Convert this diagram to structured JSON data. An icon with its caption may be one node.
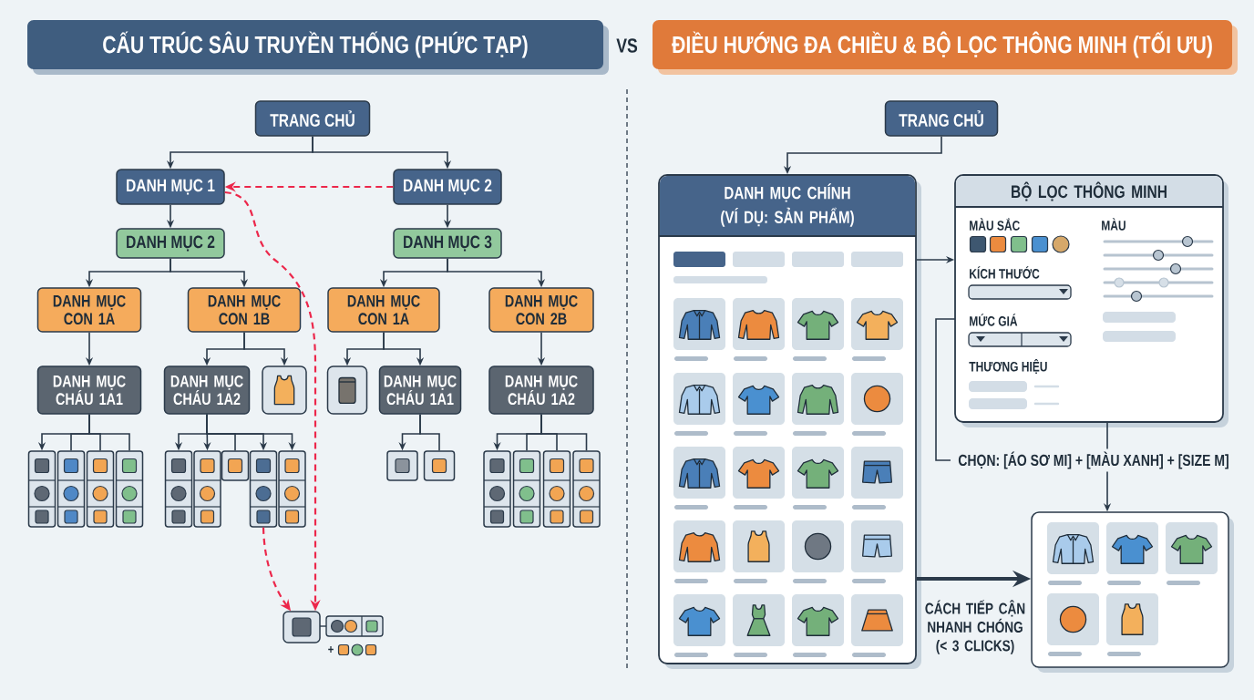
{
  "diagram": {
    "nodes": [
      {
        "text": [
          "CẤU TRÚC SÂU TRUYỀN THỐNG (PHỨC TẠP)"
        ]
      },
      {
        "text": [
          "ĐIỀU HƯỚNG ĐA CHIỀU & BỘ LỌC THÔNG MINH (TỐI ƯU)"
        ]
      },
      {
        "text": [
          "TRANG CHỦ"
        ]
      },
      {
        "text": [
          "DANH MỤC 1"
        ]
      },
      {
        "text": [
          "DANH MỤC 2"
        ]
      },
      {
        "text": [
          "DANH MỤC 2"
        ]
      },
      {
        "text": [
          "DANH MỤC 3"
        ]
      },
      {
        "text": [
          "DANH MỤC CON 1A"
        ]
      },
      {
        "text": [
          "DANH MỤC CON 1B"
        ]
      },
      {
        "text": [
          "DANH MỤC CON 1A"
        ]
      },
      {
        "text": [
          "DANH MỤC CON 2B"
        ]
      },
      {
        "text": [
          "DANH MỤC CHÁU 1A1"
        ]
      },
      {
        "text": [
          "DANH MỤC CHÁU 1A2"
        ]
      },
      {
        "text": [],
        "shape": "picture"
      },
      {
        "text": [],
        "shape": "picture"
      },
      {
        "text": [
          "DANH MỤC CHÁU 1A1"
        ]
      },
      {
        "text": [
          "DANH MỤC CHÁU 1A2"
        ]
      },
      {
        "text": [],
        "shape": "box"
      },
      {
        "text": [],
        "shape": "box"
      },
      {
        "text": [],
        "shape": "box"
      },
      {
        "text": [],
        "shape": "box"
      },
      {
        "text": [],
        "shape": "box"
      },
      {
        "text": [],
        "shape": "box"
      },
      {
        "text": [],
        "shape": "box"
      },
      {
        "text": [],
        "shape": "box"
      },
      {
        "text": [],
        "shape": "box"
      },
      {
        "text": [],
        "shape": "box"
      },
      {
        "text": [],
        "shape": "box"
      },
      {
        "text": [],
        "shape": "box"
      },
      {
        "text": [],
        "shape": "box"
      },
      {
        "text": [],
        "shape": "box"
      },
      {
        "text": [],
        "shape": "box"
      },
      {
        "text": [],
        "shape": "box"
      },
      {
        "text": [
          "TRANG CHỦ"
        ]
      },
      {
        "text": [
          "DANH MỤC CHÍNH (VÍ DỤ: SẢN PHẨM)"
        ]
      },
      {
        "text": [
          "BỘ LỌC THÔNG MINH",
          "MÀU SẮC",
          "MÀU",
          "KÍCH THƯỚC",
          "MỨC GIÁ",
          "THƯƠNG HIỆU"
        ]
      },
      {
        "text": [],
        "shape": "box"
      }
    ],
    "edges": [
      {
        "from": 2,
        "to": 3,
        "arrow": "to"
      },
      {
        "from": 2,
        "to": 4,
        "arrow": "to"
      },
      {
        "from": 3,
        "to": 5,
        "arrow": "to"
      },
      {
        "from": 4,
        "to": 6,
        "arrow": "to"
      },
      {
        "from": 5,
        "to": 7,
        "arrow": "to"
      },
      {
        "from": 5,
        "to": 8,
        "arrow": "to"
      },
      {
        "from": 6,
        "to": 9,
        "arrow": "to"
      },
      {
        "from": 6,
        "to": 10,
        "arrow": "to"
      },
      {
        "from": 7,
        "to": 11,
        "arrow": "to"
      },
      {
        "from": 8,
        "to": 12,
        "arrow": "to"
      },
      {
        "from": 8,
        "to": 13,
        "arrow": "to"
      },
      {
        "from": 9,
        "to": 14,
        "arrow": "to"
      },
      {
        "from": 9,
        "to": 15,
        "arrow": "to"
      },
      {
        "from": 10,
        "to": 16,
        "arrow": "to"
      },
      {
        "from": 11,
        "to": 17,
        "arrow": "to"
      },
      {
        "from": 11,
        "to": 18,
        "arrow": "none"
      },
      {
        "from": 11,
        "to": 19,
        "arrow": "none"
      },
      {
        "from": 11,
        "to": 20,
        "arrow": "none"
      },
      {
        "from": 12,
        "to": 21,
        "arrow": "to"
      },
      {
        "from": 12,
        "to": 22,
        "arrow": "to"
      },
      {
        "from": 12,
        "to": 23,
        "arrow": "none"
      },
      {
        "from": 12,
        "to": 24,
        "arrow": "to"
      },
      {
        "from": 12,
        "to": 25,
        "arrow": "to"
      },
      {
        "from": 15,
        "to": 26,
        "arrow": "to"
      },
      {
        "from": 15,
        "to": 27,
        "arrow": "none"
      },
      {
        "from": 16,
        "to": 28,
        "arrow": "to"
      },
      {
        "from": 16,
        "to": 29,
        "arrow": "none"
      },
      {
        "from": 16,
        "to": 30,
        "arrow": "none"
      },
      {
        "from": 16,
        "to": 31,
        "arrow": "none"
      },
      {
        "from": 4,
        "to": 3,
        "arrow": "to",
        "style": "dashed",
        "color": "#d0312d"
      },
      {
        "from": 3,
        "to": 32,
        "arrow": "to",
        "style": "dashed",
        "color": "#d0312d"
      },
      {
        "from": 24,
        "to": 32,
        "arrow": "to",
        "style": "dashed",
        "color": "#d0312d"
      },
      {
        "from": 33,
        "to": 34,
        "arrow": "to"
      },
      {
        "from": 34,
        "to": 35,
        "arrow": "to"
      },
      {
        "from": 35,
        "to": 36,
        "arrow": "to",
        "label": "CHỌN: [ÁO SƠ MI] + [MÀU XANH] + [SIZE M]"
      },
      {
        "from": 34,
        "to": 36,
        "arrow": "to",
        "label": "CÁCH TIẾP CẬN NHANH CHÓNG (< 3 CLICKS)",
        "style": "thick"
      }
    ],
    "labels": [
      "VS",
      "+"
    ]
  }
}
